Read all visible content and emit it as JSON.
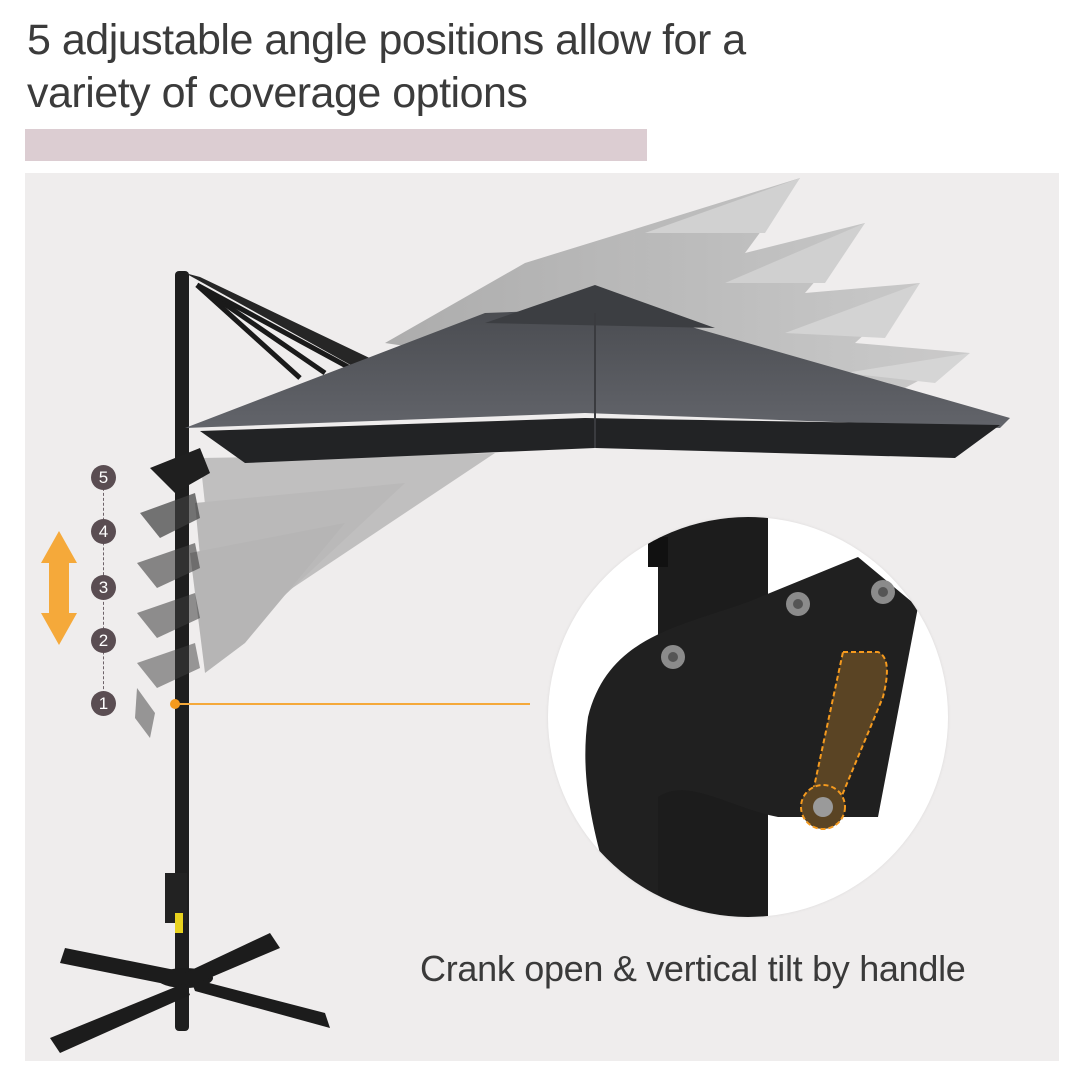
{
  "headline": {
    "line1": "5 adjustable angle positions allow for a",
    "line2": "variety of coverage options"
  },
  "accent_bar_color": "#dccdd2",
  "panel_background": "#efeded",
  "tilt_positions": {
    "labels": [
      "5",
      "4",
      "3",
      "2",
      "1"
    ],
    "marker_color": "#5a4d52",
    "arrow": "up-down-arrow",
    "arrow_color": "#f5a93a"
  },
  "callout": {
    "line_color": "#f5a93a",
    "dot_color": "#f59a1e"
  },
  "detail_view": {
    "subject": "crank-handle-closeup",
    "handle_highlight_color": "#f59a1e"
  },
  "caption": "Crank open & vertical tilt by handle",
  "colors": {
    "canopy": "#55575c",
    "canopy_shadow": "#2a2b2e",
    "ghost_canopy": "#bdbdbd",
    "pole": "#1e1e1e",
    "text": "#3b3b3b"
  }
}
